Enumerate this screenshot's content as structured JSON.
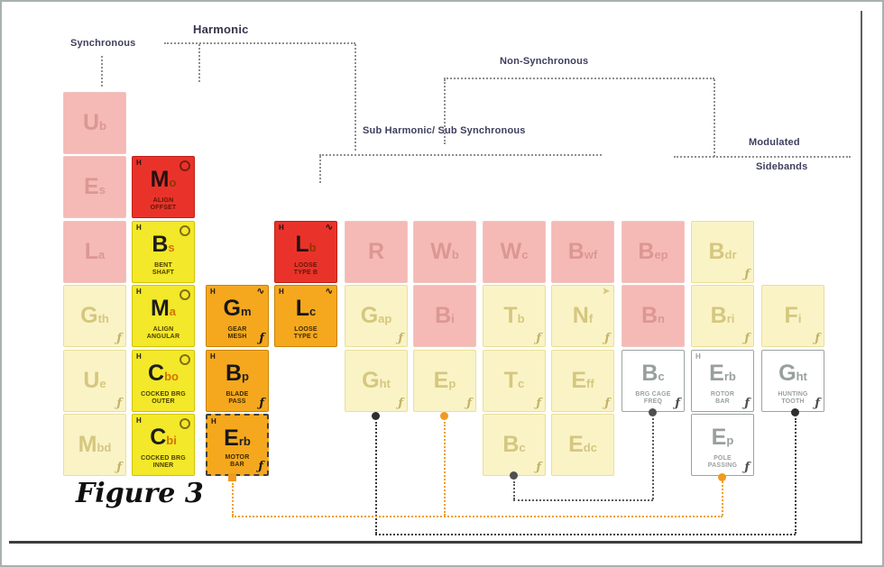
{
  "figure_label": "Figure 3",
  "group_labels": {
    "synchronous": "Synchronous",
    "harmonic": "Harmonic",
    "non_synchronous": "Non-Synchronous",
    "sub_harmonic_sub_synchronous": "Sub Harmonic/ Sub Synchronous",
    "modulated": "Modulated",
    "sidebands": "Sidebands"
  },
  "legend_marks": {
    "harmonic_flag": "H",
    "frequency_glyph": "ƒ",
    "wave_glyph": "∿",
    "arrow_glyph": "➤"
  },
  "colors": {
    "red_cell": "#e9332a",
    "yellow_cell": "#f3e829",
    "orange_cell": "#f5a81e",
    "pink_faded_cell": "#f5bab6",
    "cream_faded_cell": "#faf3c6",
    "white_cell": "#ffffff",
    "connector_black": "#3b3b3b",
    "connector_orange": "#eca227",
    "connector_gray": "#5c5c5c"
  },
  "cells": [
    {
      "s": "U",
      "sub": "b",
      "v": "pink",
      "c": 1,
      "r": 1
    },
    {
      "s": "E",
      "sub": "s",
      "v": "pink",
      "c": 1,
      "r": 2
    },
    {
      "s": "L",
      "sub": "a",
      "v": "pink",
      "c": 1,
      "r": 3
    },
    {
      "s": "G",
      "sub": "th",
      "v": "cream",
      "c": 1,
      "r": 4,
      "br": "f"
    },
    {
      "s": "U",
      "sub": "e",
      "v": "cream",
      "c": 1,
      "r": 5,
      "br": "f"
    },
    {
      "s": "M",
      "sub": "bd",
      "v": "cream",
      "c": 1,
      "r": 6,
      "br": "f"
    },
    {
      "s": "M",
      "sub": "o",
      "cap": [
        "ALIGN",
        "OFFSET"
      ],
      "v": "red",
      "c": 2,
      "r": 2,
      "tl": "H",
      "tr": "ring"
    },
    {
      "s": "B",
      "sub": "s",
      "cap": [
        "BENT",
        "SHAFT"
      ],
      "v": "yellow",
      "c": 2,
      "r": 3,
      "tl": "H",
      "tr": "ring"
    },
    {
      "s": "M",
      "sub": "a",
      "cap": [
        "ALIGN",
        "ANGULAR"
      ],
      "v": "yellow",
      "c": 2,
      "r": 4,
      "tl": "H",
      "tr": "ring"
    },
    {
      "s": "C",
      "sub": "bo",
      "cap": [
        "COCKED BRG",
        "OUTER"
      ],
      "v": "yellow",
      "c": 2,
      "r": 5,
      "tl": "H",
      "tr": "ring"
    },
    {
      "s": "C",
      "sub": "bi",
      "cap": [
        "COCKED BRG",
        "INNER"
      ],
      "v": "yellow",
      "c": 2,
      "r": 6,
      "tl": "H",
      "tr": "ring"
    },
    {
      "s": "G",
      "sub": "m",
      "cap": [
        "GEAR",
        "MESH"
      ],
      "v": "orange",
      "c": 3,
      "r": 4,
      "tl": "H",
      "tr": "wave",
      "br": "f"
    },
    {
      "s": "B",
      "sub": "p",
      "cap": [
        "BLADE",
        "PASS"
      ],
      "v": "orange",
      "c": 3,
      "r": 5,
      "tl": "H",
      "br": "f"
    },
    {
      "s": "E",
      "sub": "rb",
      "cap": [
        "MOTOR",
        "BAR"
      ],
      "v": "orange",
      "c": 3,
      "r": 6,
      "tl": "H",
      "br": "f",
      "dashed": true
    },
    {
      "s": "L",
      "sub": "b",
      "cap": [
        "LOOSE",
        "TYPE B"
      ],
      "v": "red",
      "c": 4,
      "r": 3,
      "tl": "H",
      "tr": "wave"
    },
    {
      "s": "L",
      "sub": "c",
      "cap": [
        "LOOSE",
        "TYPE C"
      ],
      "v": "orange",
      "c": 4,
      "r": 4,
      "tl": "H",
      "tr": "wave"
    },
    {
      "s": "R",
      "sub": "",
      "v": "pink",
      "c": 5,
      "r": 3
    },
    {
      "s": "W",
      "sub": "b",
      "v": "pink",
      "c": 6,
      "r": 3
    },
    {
      "s": "W",
      "sub": "c",
      "v": "pink",
      "c": 7,
      "r": 3
    },
    {
      "s": "B",
      "sub": "wf",
      "v": "pink",
      "c": 8,
      "r": 3
    },
    {
      "s": "B",
      "sub": "ep",
      "v": "pink",
      "c": 9,
      "r": 3
    },
    {
      "s": "B",
      "sub": "dr",
      "v": "cream",
      "c": 10,
      "r": 3,
      "br": "f"
    },
    {
      "s": "G",
      "sub": "ap",
      "v": "cream",
      "c": 5,
      "r": 4,
      "br": "f"
    },
    {
      "s": "B",
      "sub": "i",
      "v": "pink",
      "c": 6,
      "r": 4
    },
    {
      "s": "T",
      "sub": "b",
      "v": "cream",
      "c": 7,
      "r": 4,
      "br": "f"
    },
    {
      "s": "N",
      "sub": "f",
      "v": "cream",
      "c": 8,
      "r": 4,
      "tr": "arrow",
      "br": "f"
    },
    {
      "s": "B",
      "sub": "n",
      "v": "pink",
      "c": 9,
      "r": 4
    },
    {
      "s": "B",
      "sub": "ri",
      "v": "cream",
      "c": 10,
      "r": 4,
      "br": "f"
    },
    {
      "s": "F",
      "sub": "i",
      "v": "cream",
      "c": 11,
      "r": 4,
      "br": "f"
    },
    {
      "s": "G",
      "sub": "ht",
      "v": "cream",
      "c": 5,
      "r": 5,
      "br": "f"
    },
    {
      "s": "E",
      "sub": "p",
      "v": "cream",
      "c": 6,
      "r": 5,
      "br": "f"
    },
    {
      "s": "T",
      "sub": "c",
      "v": "cream",
      "c": 7,
      "r": 5,
      "br": "f"
    },
    {
      "s": "E",
      "sub": "ff",
      "v": "cream",
      "c": 8,
      "r": 5,
      "br": "f"
    },
    {
      "s": "B",
      "sub": "c",
      "cap": [
        "BRG CAGE",
        "FREQ"
      ],
      "v": "white",
      "c": 9,
      "r": 5,
      "br": "f"
    },
    {
      "s": "E",
      "sub": "rb",
      "cap": [
        "ROTOR",
        "BAR"
      ],
      "v": "white",
      "c": 10,
      "r": 5,
      "tl": "H",
      "br": "f"
    },
    {
      "s": "G",
      "sub": "ht",
      "cap": [
        "HUNTING",
        "TOOTH"
      ],
      "v": "white",
      "c": 11,
      "r": 5,
      "br": "f"
    },
    {
      "s": "B",
      "sub": "c",
      "v": "cream",
      "c": 7,
      "r": 6,
      "br": "f"
    },
    {
      "s": "E",
      "sub": "dc",
      "v": "cream",
      "c": 8,
      "r": 6
    },
    {
      "s": "E",
      "sub": "p",
      "cap": [
        "POLE",
        "PASSING"
      ],
      "v": "white",
      "c": 10,
      "r": 6,
      "br": "f"
    }
  ]
}
